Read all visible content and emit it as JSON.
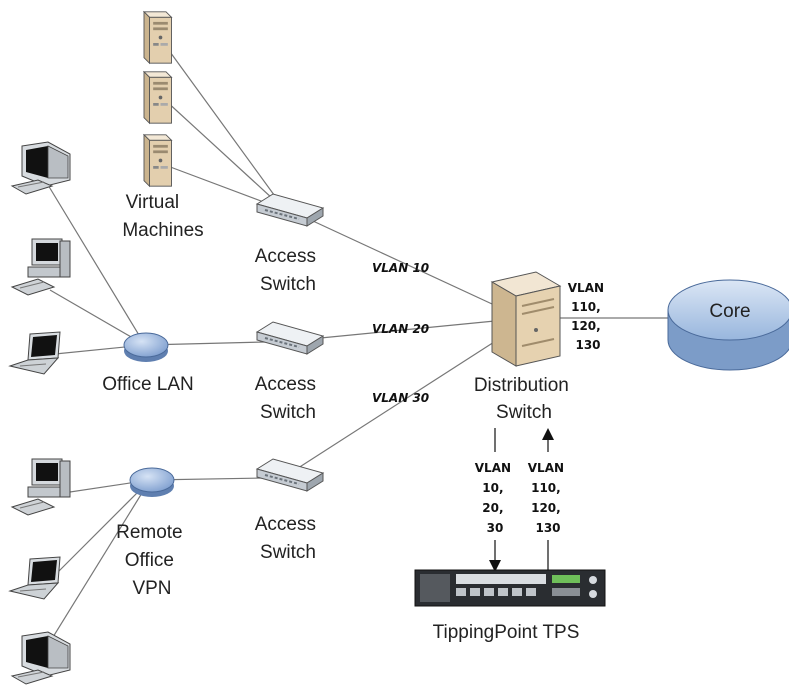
{
  "labels": {
    "virtual_machines": [
      "Virtual",
      "Machines"
    ],
    "access_switch_1": [
      "Access",
      "Switch"
    ],
    "access_switch_2": [
      "Access",
      "Switch"
    ],
    "access_switch_3": [
      "Access",
      "Switch"
    ],
    "office_lan": "Office LAN",
    "remote_office_vpn": [
      "Remote",
      "Office",
      "VPN"
    ],
    "distribution_switch": [
      "Distribution",
      "Switch"
    ],
    "core": "Core",
    "tippingpoint": "TippingPoint TPS"
  },
  "vlans": {
    "vlan10": "VLAN 10",
    "vlan20": "VLAN 20",
    "vlan30": "VLAN 30",
    "core_link": [
      "VLAN",
      "110,",
      "120,",
      "130"
    ],
    "down_link": [
      "VLAN",
      "10,",
      "20,",
      "30"
    ],
    "up_link": [
      "VLAN",
      "110,",
      "120,",
      "130"
    ]
  },
  "colors": {
    "core_top": "#c9d9ef",
    "core_side": "#8fb0d8",
    "hub_fill": "#a9c1e4",
    "server_fill": "#ead9bf",
    "switch_fill": "#dfe4ea"
  },
  "icons": [
    "server-icon",
    "switch-icon",
    "desktop-crt-icon",
    "desktop-computer-icon",
    "laptop-icon",
    "hub-icon",
    "core-cylinder-icon",
    "ips-appliance-icon"
  ]
}
